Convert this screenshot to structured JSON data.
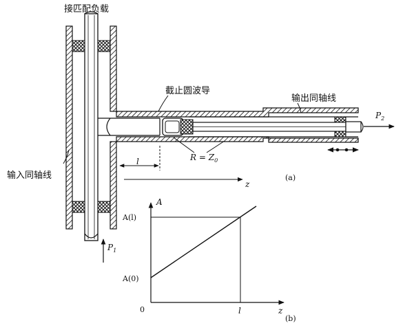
{
  "labels": {
    "matched_load": "接匹配负载",
    "cutoff_waveguide": "截止圆波导",
    "output_coax": "输出同轴线",
    "input_coax": "输入同轴线",
    "resistor": "R = Z",
    "resistor_sub": "0",
    "p1": "P",
    "p1_sub": "1",
    "p2": "P",
    "p2_sub": "2",
    "length_l": "l",
    "axis_z_top": "z",
    "fig_a": "(a)",
    "fig_b": "(b)"
  },
  "graph": {
    "y_axis_label": "A",
    "x_axis_label": "z",
    "tick_al": "A(l)",
    "tick_a0": "A(0)",
    "origin": "0",
    "tick_l": "l"
  },
  "colors": {
    "ink": "#111111",
    "background": "#ffffff"
  }
}
